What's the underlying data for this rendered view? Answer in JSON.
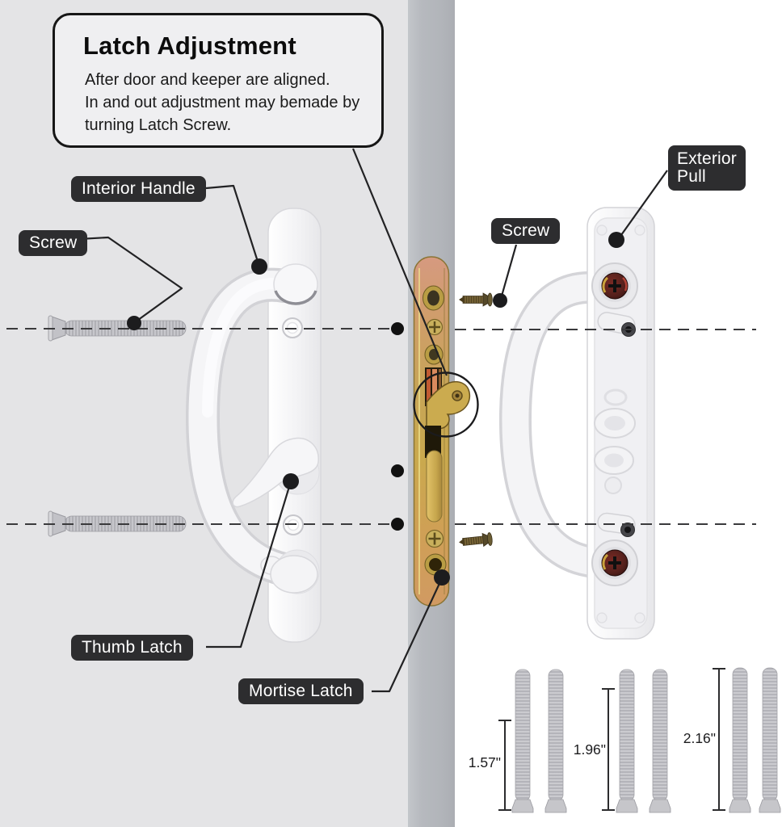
{
  "callout": {
    "title": "Latch Adjustment",
    "body": "After door and keeper are aligned.\nIn and out adjustment may bemade by\nturning Latch Screw."
  },
  "labels": {
    "interior_handle": "Interior Handle",
    "screw_left": "Screw",
    "thumb_latch": "Thumb Latch",
    "mortise_latch": "Mortise Latch",
    "screw_right": "Screw",
    "exterior_pull_line1": "Exterior",
    "exterior_pull_line2": "Pull"
  },
  "measurements": {
    "m1": "1.57\"",
    "m2": "1.96\"",
    "m3": "2.16\""
  },
  "colors": {
    "label_bg": "#2d2d2f",
    "label_text": "#ffffff",
    "bg_left": "#e4e4e6",
    "door_edge": "#b6b9be",
    "bg_right": "#ffffff",
    "brass": "#c9a84e",
    "annotation_line": "#1f1f21"
  }
}
